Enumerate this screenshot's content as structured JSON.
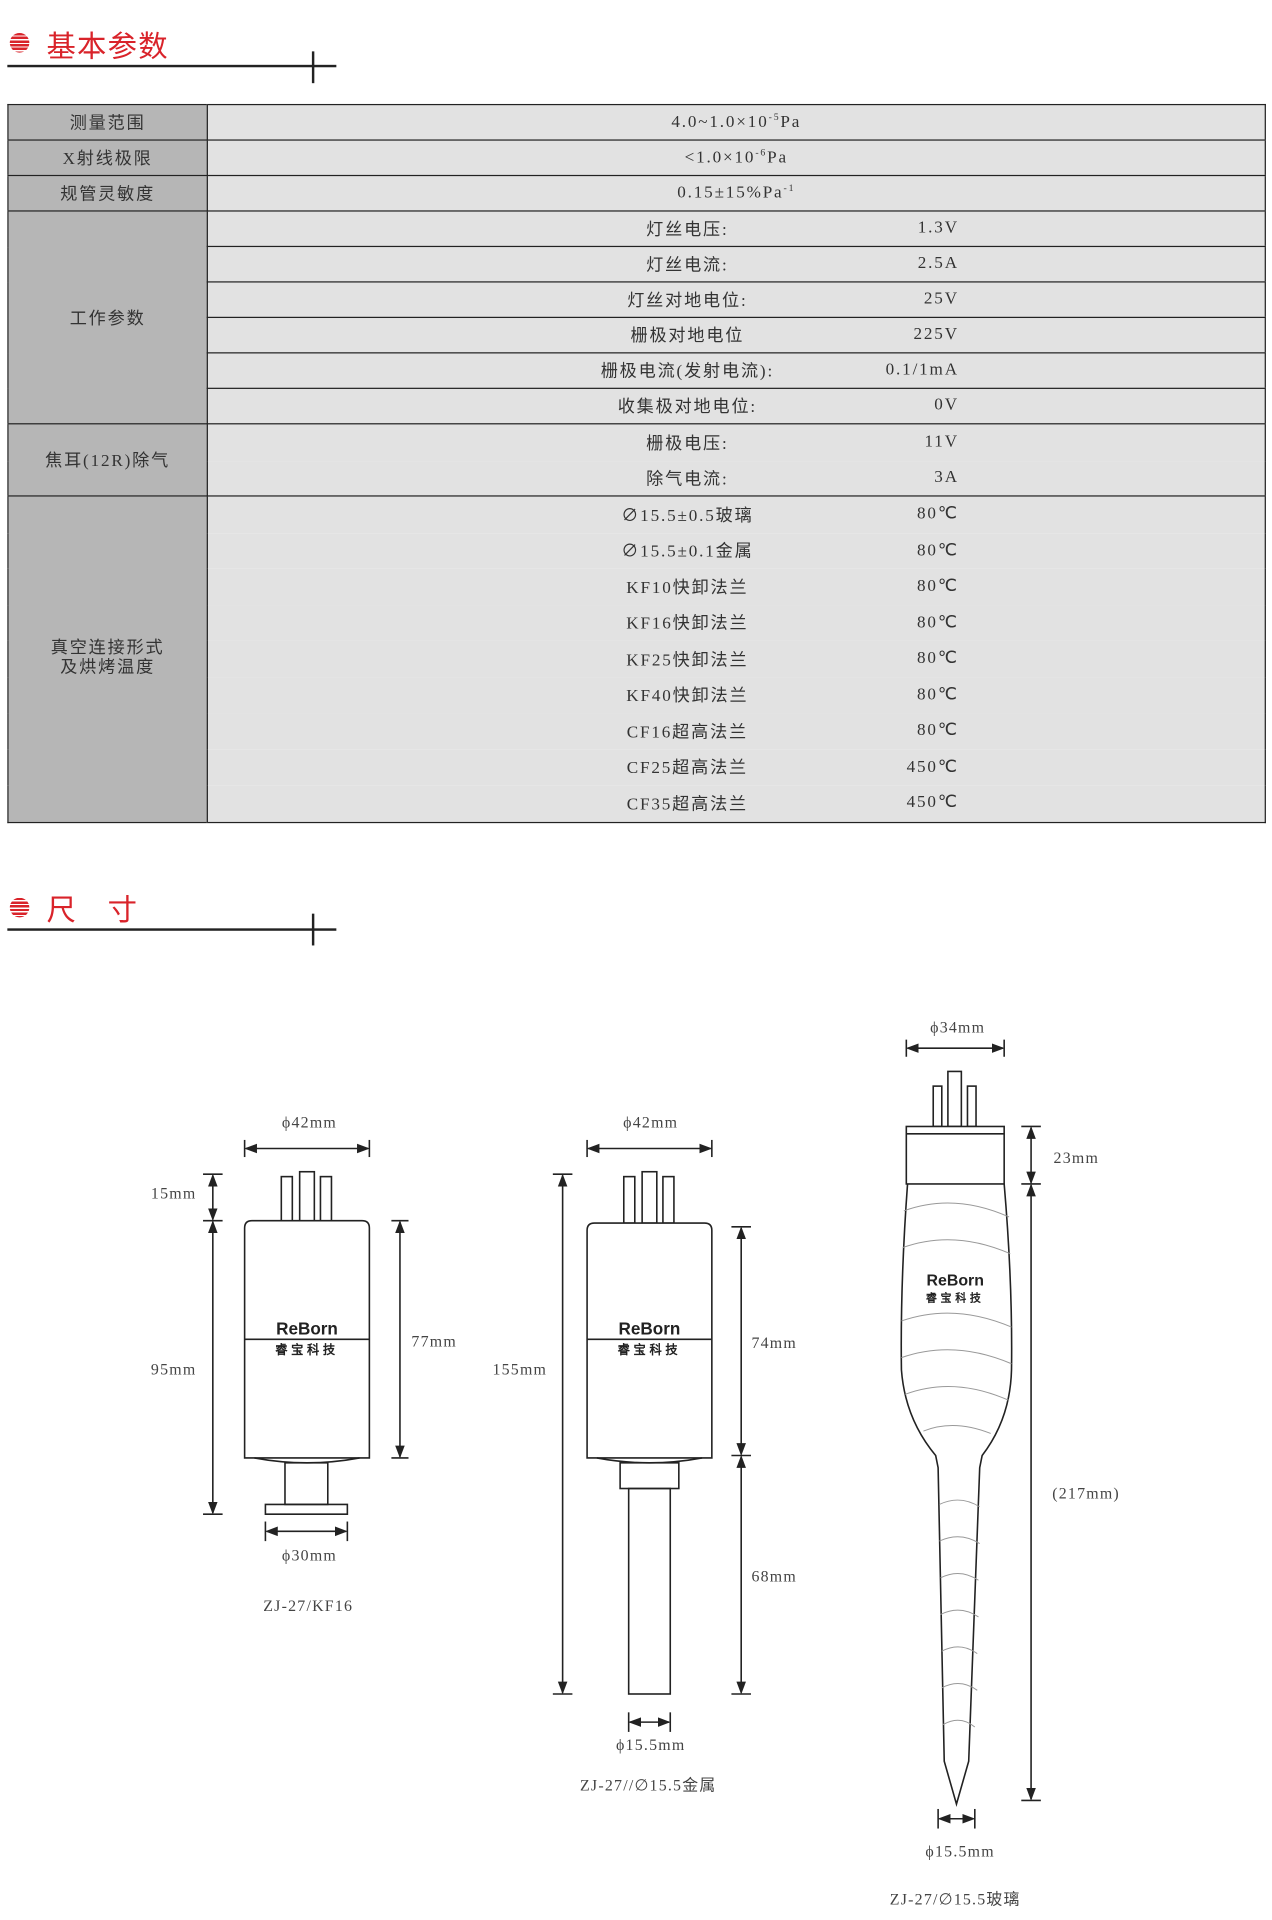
{
  "section1": {
    "title": "基本参数"
  },
  "section2": {
    "title": "尺　寸"
  },
  "table": {
    "range": {
      "label": "测量范围",
      "value": "4.0~1.0×10",
      "sup": "-5",
      "unit": "Pa"
    },
    "xray": {
      "label": "X射线极限",
      "value": "<1.0×10",
      "sup": "-6",
      "unit": "Pa"
    },
    "sensitivity": {
      "label": "规管灵敏度",
      "value": "0.15±15%Pa",
      "sup": "-1"
    },
    "work": {
      "label": "工作参数",
      "rows": [
        {
          "k": "灯丝电压:",
          "v": "1.3V"
        },
        {
          "k": "灯丝电流:",
          "v": "2.5A"
        },
        {
          "k": "灯丝对地电位:",
          "v": "25V"
        },
        {
          "k": "栅极对地电位",
          "v": "225V"
        },
        {
          "k": "栅极电流(发射电流):",
          "v": "0.1/1mA"
        },
        {
          "k": "收集极对地电位:",
          "v": "0V"
        }
      ]
    },
    "degas": {
      "label": "焦耳(12R)除气",
      "rows": [
        {
          "k": "栅极电压:",
          "v": "11V"
        },
        {
          "k": "除气电流:",
          "v": "3A"
        }
      ]
    },
    "vacuum": {
      "label1": "真空连接形式",
      "label2": "及烘烤温度",
      "rows": [
        {
          "k": "∅15.5±0.5玻璃",
          "v": "80℃"
        },
        {
          "k": "∅15.5±0.1金属",
          "v": "80℃"
        },
        {
          "k": "KF10快卸法兰",
          "v": "80℃"
        },
        {
          "k": "KF16快卸法兰",
          "v": "80℃"
        },
        {
          "k": "KF25快卸法兰",
          "v": "80℃"
        },
        {
          "k": "KF40快卸法兰",
          "v": "80℃"
        },
        {
          "k": "CF16超高法兰",
          "v": "80℃"
        },
        {
          "k": "CF25超高法兰",
          "v": "450℃"
        },
        {
          "k": "CF35超高法兰",
          "v": "450℃"
        }
      ]
    }
  },
  "drawings": {
    "brand": {
      "en": "ReBorn",
      "cn": "睿宝科技"
    },
    "d1": {
      "top_dia": "ϕ42mm",
      "pin_h": "15mm",
      "total_h": "95mm",
      "body_h": "77mm",
      "flange_dia": "ϕ30mm",
      "model": "ZJ-27/KF16"
    },
    "d2": {
      "top_dia": "ϕ42mm",
      "total_h": "155mm",
      "body_h": "74mm",
      "tube_h": "68mm",
      "tube_dia": "ϕ15.5mm",
      "model": "ZJ-27//∅15.5金属"
    },
    "d3": {
      "top_dia": "ϕ34mm",
      "cap_h": "23mm",
      "total_h": "(217mm)",
      "tube_dia": "ϕ15.5mm",
      "model": "ZJ-27/∅15.5玻璃"
    }
  }
}
